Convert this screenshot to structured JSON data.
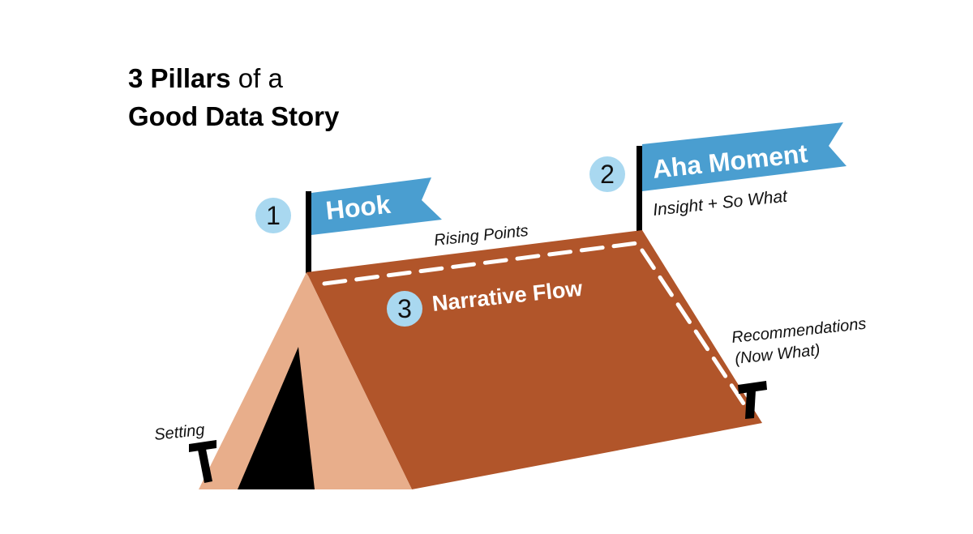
{
  "title": {
    "line1_bold": "3 Pillars",
    "line1_rest": " of a",
    "line2": "Good Data Story"
  },
  "pillars": [
    {
      "number": "1",
      "label": "Hook"
    },
    {
      "number": "2",
      "label": "Aha Moment",
      "sublabel": "Insight + So What"
    },
    {
      "number": "3",
      "label": "Narrative Flow"
    }
  ],
  "annotations": {
    "rising": "Rising Points",
    "setting": "Setting",
    "recommend_line1": "Recommendations",
    "recommend_line2": "(Now What)"
  },
  "colors": {
    "tent_front": "#E8AE8B",
    "tent_roof": "#B1552A",
    "door": "#000000",
    "flag": "#4A9ED0",
    "badge": "#A9D8F0",
    "pole": "#000000"
  }
}
